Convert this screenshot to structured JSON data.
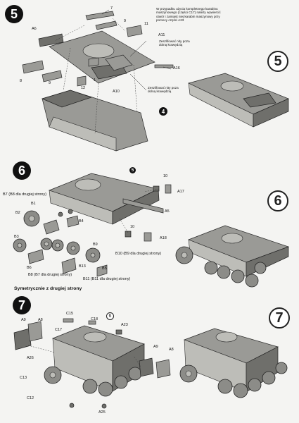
{
  "steps": {
    "s5": {
      "number": "5",
      "result_number": "5"
    },
    "s6": {
      "number": "6",
      "result_number": "6"
    },
    "s7": {
      "number": "7",
      "result_number": "7"
    }
  },
  "callouts": {
    "step5_ref4": "4",
    "step6_ref5": "5",
    "step7_ref6": "6"
  },
  "notes": {
    "top": "W przypadku użycia kompletnego karabinu maszynowego (części C17) należy wywiercić otwór i zamiast niej karabin maszynowy przy pomocy części A23",
    "a11": "Zeszlifować nity poza dolną krawędzią",
    "a10": "Zeszlifować nity poza dolną krawędzią",
    "symmetric": "Symetrycznie z drugiej strony"
  },
  "labels": {
    "s5": {
      "p7": "7",
      "p9a": "9",
      "p11": "11",
      "a6": "A6",
      "a11": "A11",
      "p8": "8",
      "p9b": "9",
      "p12": "12",
      "p1": "1",
      "a10": "A10",
      "a16": "A16"
    },
    "s6": {
      "p10a": "10",
      "a17": "A17",
      "b7": "B7 (B8 dla drugiej strony)",
      "b1": "B1",
      "b2": "B2",
      "b4": "B4",
      "b3": "B3",
      "a5": "A5",
      "p10b": "10",
      "a18": "A18",
      "b6": "B6",
      "b9": "B9",
      "b10": "B10 (B9 dla drugiej strony)",
      "b8": "B8 (B7 dla drugiej strony)",
      "b13": "B13",
      "b11": "B11 (B11 dla drugiej strony)",
      "b5": "B5"
    },
    "s7": {
      "a9": "A9",
      "a8": "A8",
      "c15": "C15",
      "c18": "C18",
      "a23": "A23",
      "c17": "C17",
      "a9b": "A9",
      "a8b": "A8",
      "a26": "A26",
      "c13": "C13",
      "c12": "C12",
      "a25": "A25"
    }
  }
}
